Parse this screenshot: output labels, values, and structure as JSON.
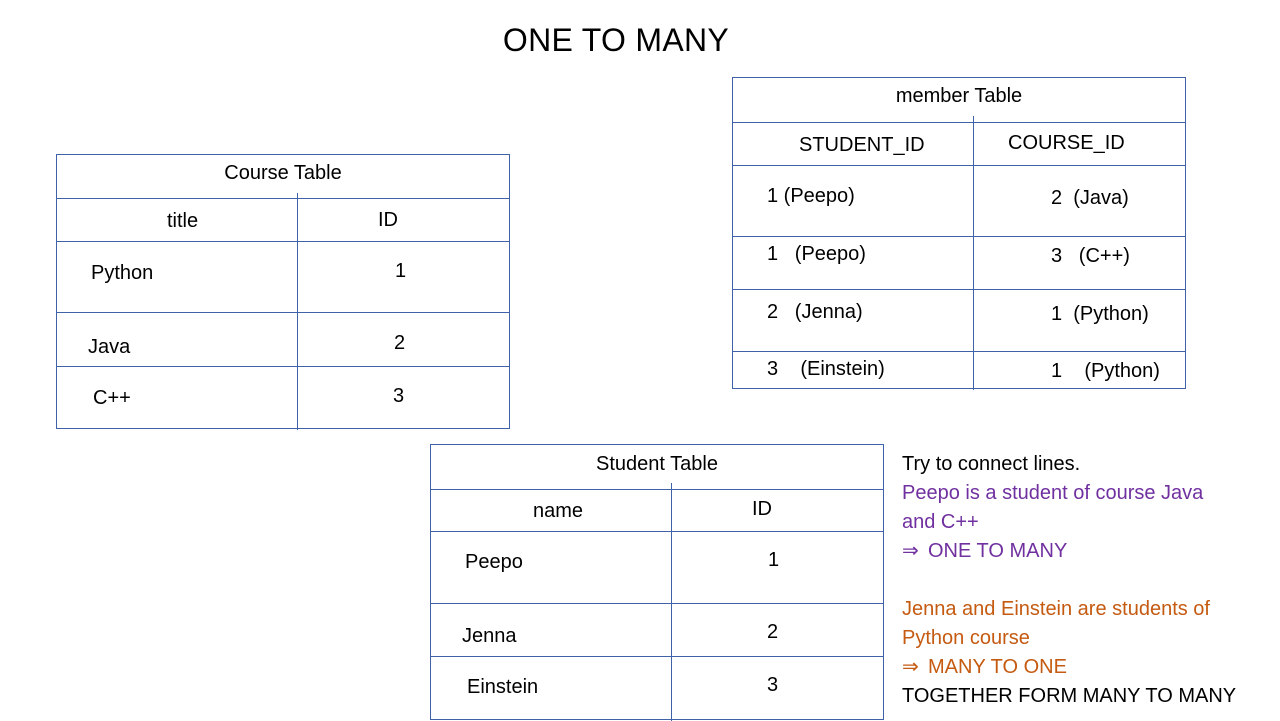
{
  "slide_title": "ONE TO MANY",
  "course_table": {
    "title": "Course Table",
    "headers": [
      "title",
      "ID"
    ],
    "rows": [
      [
        "Python",
        "1"
      ],
      [
        "Java",
        "2"
      ],
      [
        "C++",
        "3"
      ]
    ]
  },
  "member_table": {
    "title": "member Table",
    "headers": [
      "STUDENT_ID",
      "COURSE_ID"
    ],
    "rows": [
      [
        "1 (Peepo)",
        "2  (Java)"
      ],
      [
        "1   (Peepo)",
        "3   (C++)"
      ],
      [
        "2   (Jenna)",
        "1  (Python)"
      ],
      [
        "3    (Einstein)",
        "1    (Python)"
      ]
    ]
  },
  "student_table": {
    "title": "Student Table",
    "headers": [
      "name",
      "ID"
    ],
    "rows": [
      [
        "Peepo",
        "1"
      ],
      [
        "Jenna",
        "2"
      ],
      [
        "Einstein",
        "3"
      ]
    ]
  },
  "notes": {
    "line1": "Try to connect lines.",
    "purple_line1": "Peepo is a student of course Java",
    "purple_line2": "and C++",
    "purple_arrow_text": "ONE TO MANY",
    "orange_line1": "Jenna and Einstein are students of",
    "orange_line2": "Python course",
    "orange_arrow_text": "MANY TO ONE",
    "final_line": "TOGETHER FORM MANY TO MANY",
    "arrow_glyph": "⇒"
  },
  "colors": {
    "table_border": "#3f62a8",
    "purple_text": "#7030a0",
    "orange_text": "#c55a11"
  }
}
